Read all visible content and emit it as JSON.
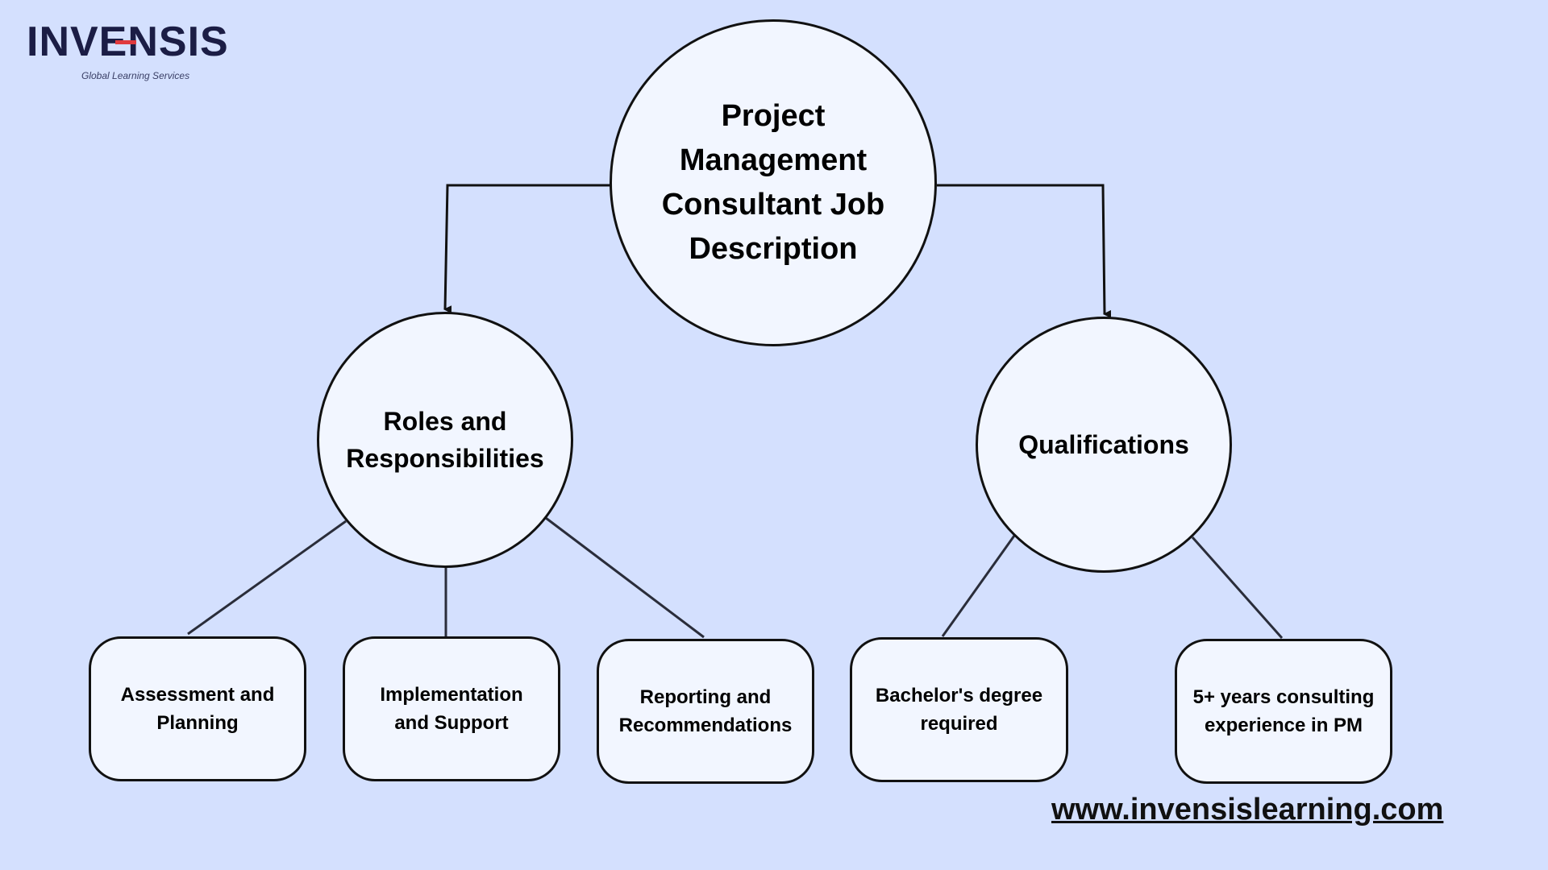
{
  "logo": {
    "brand": "INVENSIS",
    "tagline": "Global Learning Services"
  },
  "root": {
    "label": "Project Management Consultant Job Description"
  },
  "branches": [
    {
      "label": "Roles and Responsibilities",
      "children": [
        "Assessment and Planning",
        "Implementation and Support",
        "Reporting and Recommendations"
      ]
    },
    {
      "label": "Qualifications",
      "children": [
        "Bachelor's degree required",
        "5+ years consulting experience in PM"
      ]
    }
  ],
  "footer": {
    "url": "www.invensislearning.com"
  },
  "colors": {
    "background": "#d4e0fe",
    "node_fill": "#f2f6ff",
    "stroke": "#111111",
    "logo_accent": "#e03a3e"
  }
}
